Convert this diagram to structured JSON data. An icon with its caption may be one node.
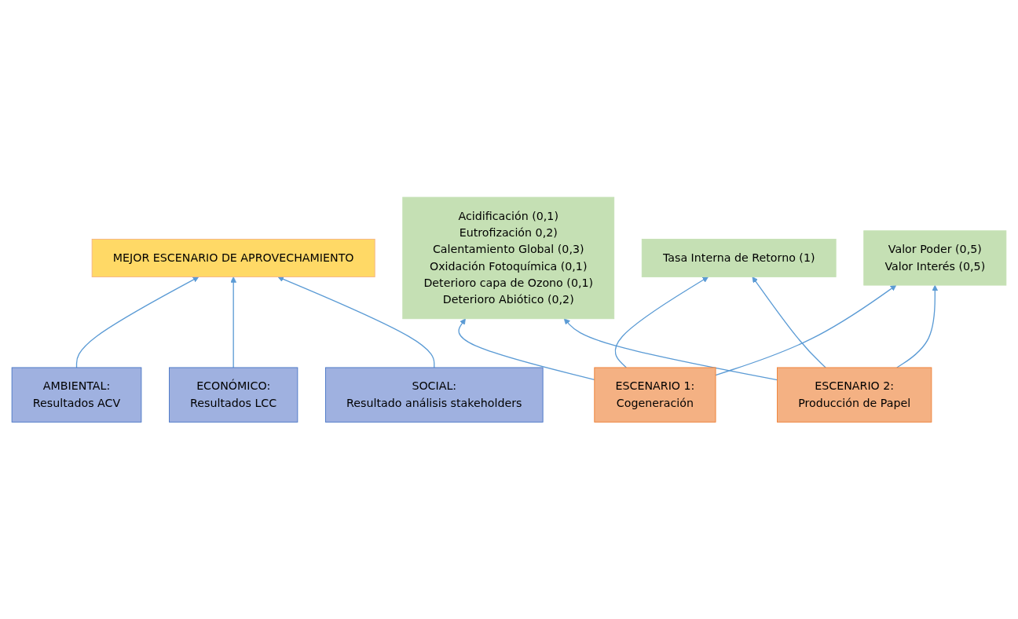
{
  "diagram": {
    "nodes": [
      {
        "text": [
          "MEJOR ESCENARIO DE APROVECHAMIENTO"
        ]
      },
      {
        "text": [
          "AMBIENTAL:",
          "Resultados ACV"
        ]
      },
      {
        "text": [
          "Acidificación (0,1)",
          "Eutrofización 0,2)",
          "Calentamiento Global (0,3)",
          "Oxidación Fotoquímica (0,1)",
          "Deterioro capa de Ozono (0,1)",
          "Deterioro Abiótico (0,2)"
        ]
      },
      {
        "text": [
          "ECONÓMICO:",
          "Resultados LCC"
        ]
      },
      {
        "text": [
          "Tasa Interna de Retorno (1)"
        ]
      },
      {
        "text": [
          "SOCIAL:",
          "Resultado análisis stakeholders"
        ]
      },
      {
        "text": [
          "Valor Poder (0,5)",
          "Valor Interés (0,5)"
        ]
      },
      {
        "text": [
          "ESCENARIO 1:",
          "Cogeneración"
        ]
      },
      {
        "text": [
          "ESCENARIO 2:",
          "Producción de Papel"
        ]
      }
    ],
    "edges": [
      {
        "from": 1,
        "to": 0,
        "arrow": "to"
      },
      {
        "from": 3,
        "to": 0,
        "arrow": "to"
      },
      {
        "from": 5,
        "to": 0,
        "arrow": "to"
      },
      {
        "from": 7,
        "to": 2,
        "arrow": "to"
      },
      {
        "from": 7,
        "to": 4,
        "arrow": "to"
      },
      {
        "from": 7,
        "to": 6,
        "arrow": "to"
      },
      {
        "from": 8,
        "to": 2,
        "arrow": "to"
      },
      {
        "from": 8,
        "to": 4,
        "arrow": "to"
      },
      {
        "from": 8,
        "to": 6,
        "arrow": "to"
      }
    ]
  }
}
